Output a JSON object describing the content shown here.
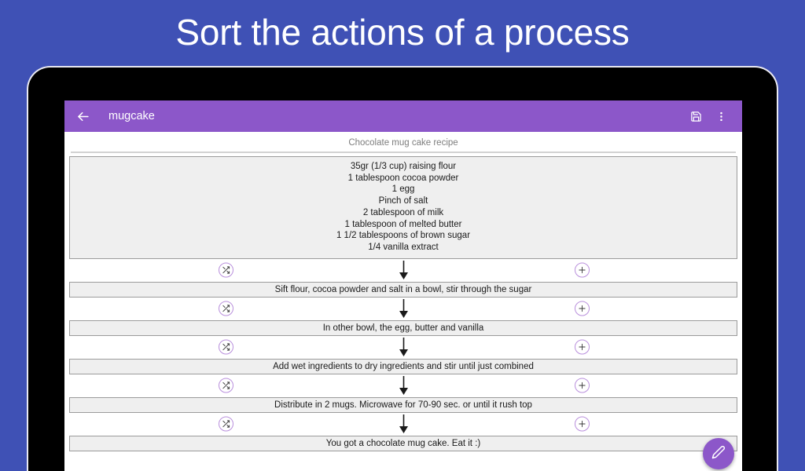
{
  "banner": {
    "headline": "Sort the actions of a process",
    "background_color": "#3f51b5",
    "text_color": "#ffffff"
  },
  "app": {
    "accent_color": "#8c57c9",
    "appbar": {
      "back_icon": "arrow-left-icon",
      "title": "mugcake",
      "save_icon": "save-floppy-icon",
      "overflow_icon": "more-vertical-icon"
    },
    "recipe": {
      "title": "Chocolate mug cake recipe",
      "ingredients": [
        "35gr (1/3 cup) raising flour",
        "1 tablespoon cocoa powder",
        "1 egg",
        "Pinch of salt",
        "2 tablespoon of milk",
        "1 tablespoon of melted butter",
        "1 1/2 tablespoons of brown sugar",
        "1/4 vanilla extract"
      ],
      "steps": [
        "Sift flour, cocoa powder and salt in a bowl, stir through the sugar",
        "In other bowl, the egg, butter and vanilla",
        "Add wet ingredients to dry ingredients and stir until just combined",
        "Distribute in 2 mugs. Microwave for 70-90 sec. or until it rush top",
        "You got a chocolate mug cake. Eat it :)"
      ]
    },
    "connector": {
      "shuffle_icon": "shuffle-icon",
      "arrow_icon": "arrow-down-icon",
      "add_icon": "plus-circle-icon",
      "circle_color": "#b98fdc"
    },
    "fab": {
      "icon": "pencil-edit-icon",
      "color": "#8c57c9"
    }
  }
}
